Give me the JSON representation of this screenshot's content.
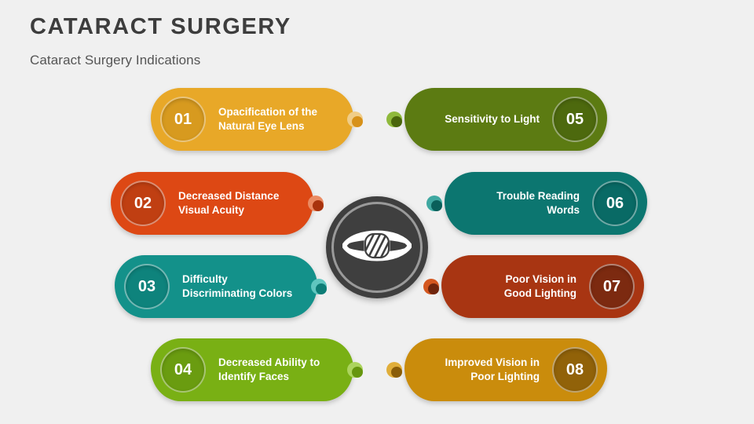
{
  "header": {
    "title": "CATARACT SURGERY",
    "subtitle": "Cataract Surgery Indications"
  },
  "center": {
    "icon": "cataract-eye-icon",
    "circle_color": "#3f3f3f",
    "ring_color": "#9a9a9a",
    "icon_color": "#ffffff"
  },
  "background_color": "#f0f0f0",
  "diagram_type": "radial-list-infographic",
  "nodes": [
    {
      "number": "01",
      "label": "Opacification of the\nNatural Eye Lens",
      "side": "left",
      "color": "#e8a828",
      "badge_color": "#d79a1f",
      "dot_color": "#d79119",
      "dot_ring_color": "#f0cd88"
    },
    {
      "number": "02",
      "label": "Decreased Distance\nVisual Acuity",
      "side": "left",
      "color": "#dd4814",
      "badge_color": "#c03f12",
      "dot_color": "#a8330d",
      "dot_ring_color": "#ea8b63"
    },
    {
      "number": "03",
      "label": "Difficulty\nDiscriminating Colors",
      "side": "left",
      "color": "#13918a",
      "badge_color": "#0e837c",
      "dot_color": "#0d7d76",
      "dot_ring_color": "#5fc6bf"
    },
    {
      "number": "04",
      "label": "Decreased Ability to\nIdentify Faces",
      "side": "left",
      "color": "#79b014",
      "badge_color": "#6a9c10",
      "dot_color": "#66960f",
      "dot_ring_color": "#acd45e"
    },
    {
      "number": "05",
      "label": "Sensitivity to Light",
      "side": "right",
      "color": "#5c7b12",
      "badge_color": "#4d690e",
      "dot_color": "#4a660d",
      "dot_ring_color": "#8fb93c"
    },
    {
      "number": "06",
      "label": "Trouble Reading\nWords",
      "side": "right",
      "color": "#0c7670",
      "badge_color": "#096a65",
      "dot_color": "#0a5f5a",
      "dot_ring_color": "#3fa8a1"
    },
    {
      "number": "07",
      "label": "Poor Vision in\nGood Lighting",
      "side": "right",
      "color": "#a83512",
      "badge_color": "#7c2a10",
      "dot_color": "#6f250c",
      "dot_ring_color": "#d4571f"
    },
    {
      "number": "08",
      "label": "Improved Vision in\nPoor Lighting",
      "side": "right",
      "color": "#ca8c0c",
      "badge_color": "#916209",
      "dot_color": "#8a5d08",
      "dot_ring_color": "#e0ae3a"
    }
  ]
}
